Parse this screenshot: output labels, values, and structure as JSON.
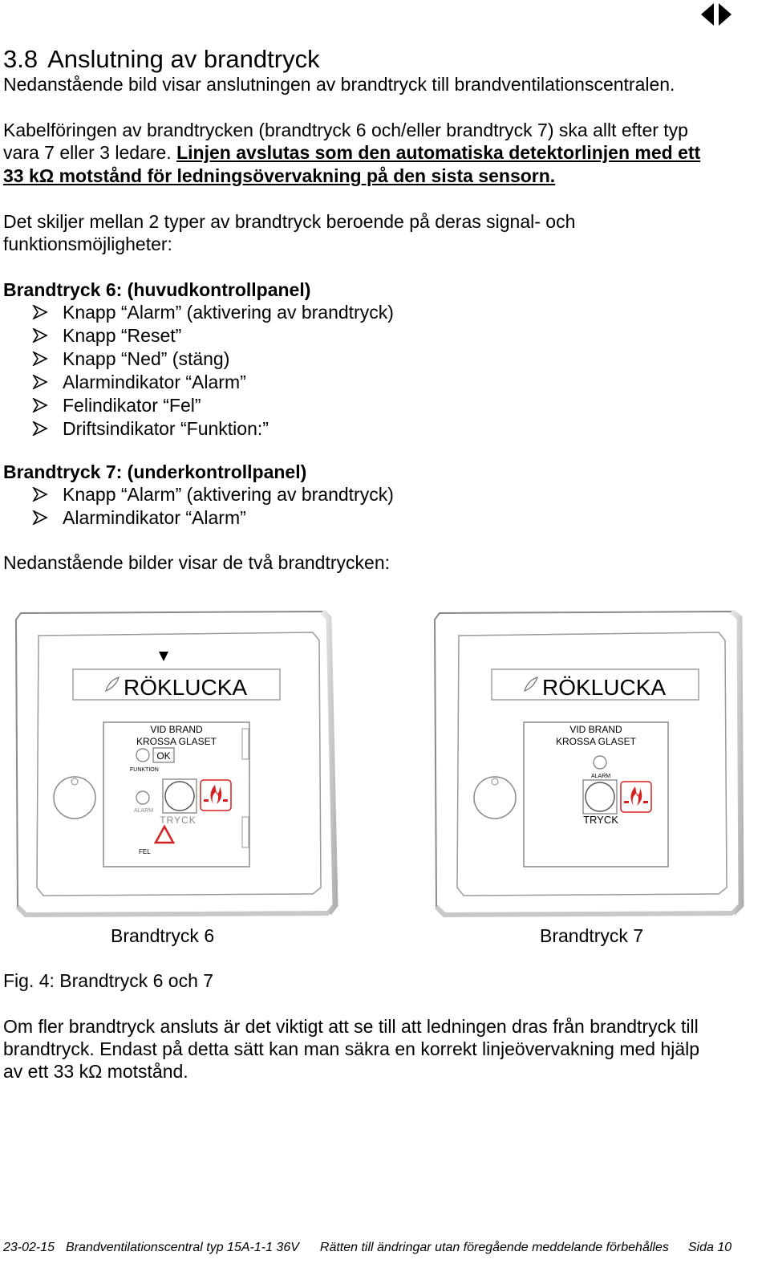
{
  "nav_icon": "double-arrow-nav-icon",
  "heading": {
    "number": "3.8",
    "title": "Anslutning av brandtryck"
  },
  "intro": "Nedanstående bild visar anslutningen av brandtryck till brandventilationscentralen.",
  "cabling": {
    "line1": "Kabelföringen av brandtrycken (brandtryck 6 och/eller brandtryck 7) ska allt efter typ",
    "line2_plain": "vara 7 eller 3 ledare. ",
    "line2_bold": "Linjen avslutas som den automatiska detektorlinjen med ett",
    "line3_bold": "33 kΩ motstånd för ledningsövervakning på den sista sensorn."
  },
  "types": {
    "line1": "Det skiljer mellan 2 typer av brandtryck beroende på deras signal- och",
    "line2": "funktionsmöjligheter:"
  },
  "bt6": {
    "heading": "Brandtryck 6: (huvudkontrollpanel)",
    "items": [
      "Knapp “Alarm” (aktivering av brandtryck)",
      "Knapp “Reset”",
      "Knapp “Ned” (stäng)",
      "Alarmindikator “Alarm”",
      "Felindikator “Fel”",
      "Driftsindikator “Funktion:”"
    ]
  },
  "bt7": {
    "heading": "Brandtryck 7: (underkontrollpanel)",
    "items": [
      "Knapp “Alarm” (aktivering av brandtryck)",
      "Alarmindikator “Alarm”"
    ]
  },
  "pictures_intro": "Nedanstående bilder visar de två brandtrycken:",
  "panel6": {
    "label_title": "RÖKLUCKA",
    "instr1": "VID BRAND",
    "instr2": "KROSSA GLASET",
    "ok": "OK",
    "funktion": "FUNKTION",
    "alarm": "ALARM",
    "tryck": "TRYCK",
    "fel": "FEL",
    "caption": "Brandtryck 6"
  },
  "panel7": {
    "label_title": "RÖKLUCKA",
    "instr1": "VID BRAND",
    "instr2": "KROSSA GLASET",
    "alarm": "ALARM",
    "tryck": "TRYCK",
    "caption": "Brandtryck 7"
  },
  "fig_caption": "Fig. 4: Brandtryck 6 och 7",
  "closing": {
    "line1": "Om fler brandtryck ansluts är det viktigt att se till att ledningen dras från brandtryck till",
    "line2": "brandtryck. Endast på detta sätt kan man säkra en korrekt linjeövervakning med hjälp",
    "line3": "av ett 33 kΩ motstånd."
  },
  "footer": {
    "date": "23-02-15",
    "product": "Brandventilationscentral typ 15A-1-1 36V",
    "rights": "Rätten till ändringar utan föregående meddelande förbehålles",
    "page": "Sida 10"
  },
  "colors": {
    "fire_red": "#d42020",
    "panel_gray": "#9a9a9a"
  }
}
